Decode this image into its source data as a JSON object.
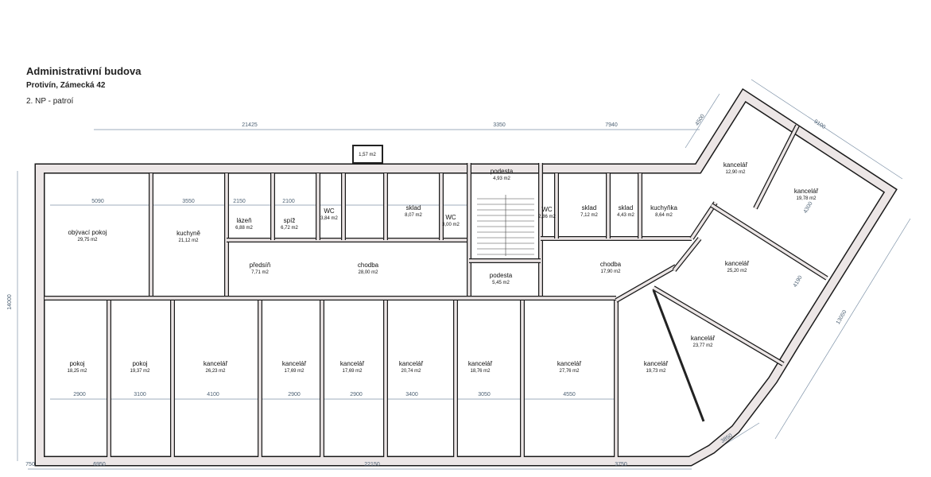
{
  "header": {
    "title": "Administrativní budova",
    "subtitle": "Protivín, Zámecká 42",
    "floor": "2. NP - patroí"
  },
  "rooms": [
    {
      "name": "obývací pokoj",
      "area": "29,75 m2"
    },
    {
      "name": "kuchyně",
      "area": "21,12 m2"
    },
    {
      "name": "lázeň",
      "area": "6,88 m2"
    },
    {
      "name": "spíž",
      "area": "6,72 m2"
    },
    {
      "name": "WC",
      "area": "3,84 m2"
    },
    {
      "name": "sklad",
      "area": "8,07 m2"
    },
    {
      "name": "WC",
      "area": "3,00 m2"
    },
    {
      "name": "předsíň",
      "area": "7,71 m2"
    },
    {
      "name": "chodba",
      "area": "28,00 m2"
    },
    {
      "name": "podesta",
      "area": "4,93 m2"
    },
    {
      "name": "podesta",
      "area": "5,45 m2"
    },
    {
      "name": "WC",
      "area": "2,86 m2"
    },
    {
      "name": "sklad",
      "area": "7,12 m2"
    },
    {
      "name": "sklad",
      "area": "4,43 m2"
    },
    {
      "name": "kuchyňka",
      "area": "8,64 m2"
    },
    {
      "name": "chodba",
      "area": "17,90 m2"
    },
    {
      "name": "kancelář",
      "area": "12,90 m2"
    },
    {
      "name": "kancelář",
      "area": "19,78 m2"
    },
    {
      "name": "kancelář",
      "area": "25,20 m2"
    },
    {
      "name": "kancelář",
      "area": "23,77 m2"
    },
    {
      "name": "pokoj",
      "area": "18,25 m2"
    },
    {
      "name": "pokoj",
      "area": "19,37 m2"
    },
    {
      "name": "kancelář",
      "area": "26,23 m2"
    },
    {
      "name": "kancelář",
      "area": "17,69 m2"
    },
    {
      "name": "kancelář",
      "area": "17,69 m2"
    },
    {
      "name": "kancelář",
      "area": "20,74 m2"
    },
    {
      "name": "kancelář",
      "area": "18,76 m2"
    },
    {
      "name": "kancelář",
      "area": "27,76 m2"
    },
    {
      "name": "kancelář",
      "area": "19,73 m2"
    },
    {
      "name": "",
      "area": "1,57 m2"
    }
  ],
  "dimensions": [
    "21425",
    "3350",
    "7940",
    "4500",
    "9100",
    "5090",
    "3550",
    "2150",
    "2100",
    "14000",
    "2900",
    "3100",
    "4100",
    "2900",
    "2900",
    "3400",
    "3050",
    "4550",
    "4300",
    "4190",
    "13050",
    "3850",
    "750",
    "6950",
    "22150",
    "3750"
  ]
}
